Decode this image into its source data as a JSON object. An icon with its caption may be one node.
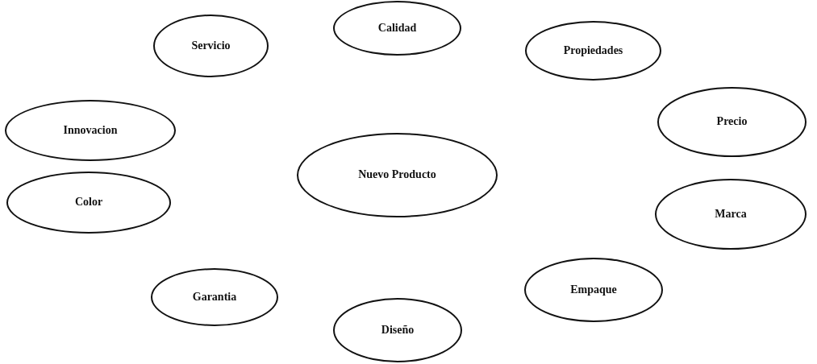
{
  "diagram": {
    "nodes": [
      {
        "text": [
          "Servicio"
        ]
      },
      {
        "text": [
          "Calidad"
        ]
      },
      {
        "text": [
          "Propiedades"
        ]
      },
      {
        "text": [
          "Innovacion"
        ]
      },
      {
        "text": [
          "Nuevo Producto"
        ]
      },
      {
        "text": [
          "Precio"
        ]
      },
      {
        "text": [
          "Color"
        ]
      },
      {
        "text": [
          "Marca"
        ]
      },
      {
        "text": [
          "Garantia"
        ]
      },
      {
        "text": [
          "Empaque"
        ]
      },
      {
        "text": [
          "Diseño"
        ]
      }
    ]
  }
}
